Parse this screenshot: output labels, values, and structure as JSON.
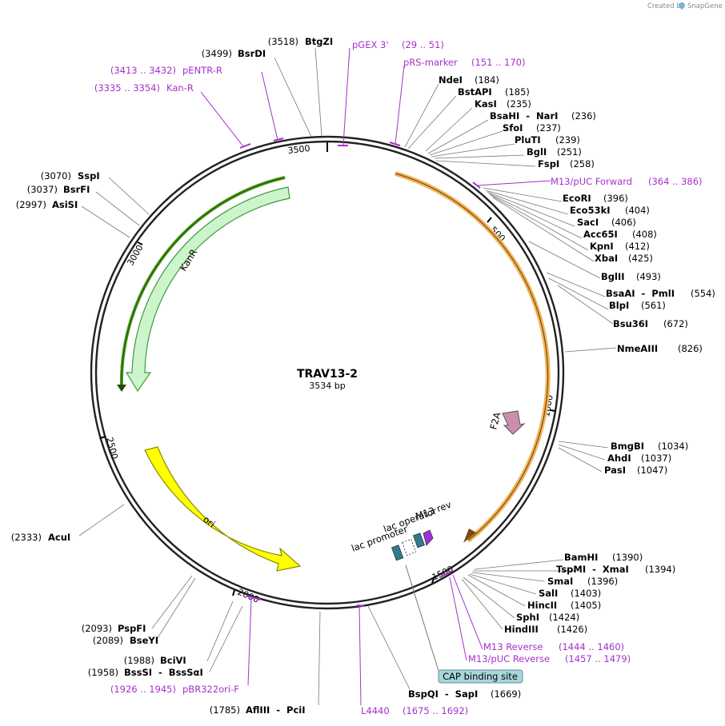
{
  "header": {
    "credit_prefix": "Created by",
    "credit_brand": "SnapGene"
  },
  "plasmid": {
    "name": "TRAV13-2",
    "length": "3534 bp"
  },
  "ticks": [
    "500",
    "1000",
    "1500",
    "2000",
    "2500",
    "3000",
    "3500"
  ],
  "sites": [
    {
      "id": "BtgZI",
      "name": "BtgZI",
      "pos": "(3518)"
    },
    {
      "id": "BsrDI",
      "name": "BsrDI",
      "pos": "(3499)"
    },
    {
      "id": "NdeI",
      "name": "NdeI",
      "pos": "(184)"
    },
    {
      "id": "BstAPI",
      "name": "BstAPI",
      "pos": "(185)"
    },
    {
      "id": "KasI",
      "name": "KasI",
      "pos": "(235)"
    },
    {
      "id": "BsaHI_NarI",
      "name": "BsaHI  -  NarI",
      "pos": "(236)"
    },
    {
      "id": "SfoI",
      "name": "SfoI",
      "pos": "(237)"
    },
    {
      "id": "PluTI",
      "name": "PluTI",
      "pos": "(239)"
    },
    {
      "id": "BglI",
      "name": "BglI",
      "pos": "(251)"
    },
    {
      "id": "FspI",
      "name": "FspI",
      "pos": "(258)"
    },
    {
      "id": "EcoRI",
      "name": "EcoRI",
      "pos": "(396)"
    },
    {
      "id": "Eco53kI",
      "name": "Eco53kI",
      "pos": "(404)"
    },
    {
      "id": "SacI",
      "name": "SacI",
      "pos": "(406)"
    },
    {
      "id": "Acc65I",
      "name": "Acc65I",
      "pos": "(408)"
    },
    {
      "id": "KpnI",
      "name": "KpnI",
      "pos": "(412)"
    },
    {
      "id": "XbaI",
      "name": "XbaI",
      "pos": "(425)"
    },
    {
      "id": "BglII",
      "name": "BglII",
      "pos": "(493)"
    },
    {
      "id": "BsaAI_PmlI",
      "name": "BsaAI  -  PmlI",
      "pos": "(554)"
    },
    {
      "id": "BlpI",
      "name": "BlpI",
      "pos": "(561)"
    },
    {
      "id": "Bsu36I",
      "name": "Bsu36I",
      "pos": "(672)"
    },
    {
      "id": "NmeAIII",
      "name": "NmeAIII",
      "pos": "(826)"
    },
    {
      "id": "BmgBI",
      "name": "BmgBI",
      "pos": "(1034)"
    },
    {
      "id": "AhdI",
      "name": "AhdI",
      "pos": "(1037)"
    },
    {
      "id": "PasI",
      "name": "PasI",
      "pos": "(1047)"
    },
    {
      "id": "BamHI",
      "name": "BamHI",
      "pos": "(1390)"
    },
    {
      "id": "TspMI_XmaI",
      "name": "TspMI  -  XmaI",
      "pos": "(1394)"
    },
    {
      "id": "SmaI",
      "name": "SmaI",
      "pos": "(1396)"
    },
    {
      "id": "SalI",
      "name": "SalI",
      "pos": "(1403)"
    },
    {
      "id": "HincII",
      "name": "HincII",
      "pos": "(1405)"
    },
    {
      "id": "SphI",
      "name": "SphI",
      "pos": "(1424)"
    },
    {
      "id": "HindIII",
      "name": "HindIII",
      "pos": "(1426)"
    },
    {
      "id": "BspQI_SapI",
      "name": "BspQI  -  SapI",
      "pos": "(1669)"
    },
    {
      "id": "AflIII_PciI",
      "name": "AflIII  -  PciI",
      "pos": "(1785)"
    },
    {
      "id": "BssSI_BssSaI",
      "name": "BssSI  -  BssSαI",
      "pos": "(1958)"
    },
    {
      "id": "BciVI",
      "name": "BciVI",
      "pos": "(1988)"
    },
    {
      "id": "BseYI",
      "name": "BseYI",
      "pos": "(2089)"
    },
    {
      "id": "PspFI",
      "name": "PspFI",
      "pos": "(2093)"
    },
    {
      "id": "AcuI",
      "name": "AcuI",
      "pos": "(2333)"
    },
    {
      "id": "AsiSI",
      "name": "AsiSI",
      "pos": "(2997)"
    },
    {
      "id": "BsrFI",
      "name": "BsrFI",
      "pos": "(3037)"
    },
    {
      "id": "SspI",
      "name": "SspI",
      "pos": "(3070)"
    }
  ],
  "primers": [
    {
      "id": "pGEX3",
      "name": "pGEX 3'",
      "range": "(29 .. 51)"
    },
    {
      "id": "pRS_marker",
      "name": "pRS-marker",
      "range": "(151 .. 170)"
    },
    {
      "id": "M13_pUC_Forward",
      "name": "M13/pUC Forward",
      "range": "(364 .. 386)"
    },
    {
      "id": "M13_Reverse",
      "name": "M13 Reverse",
      "range": "(1444 .. 1460)"
    },
    {
      "id": "M13_pUC_Reverse",
      "name": "M13/pUC Reverse",
      "range": "(1457 .. 1479)"
    },
    {
      "id": "L4440",
      "name": "L4440",
      "range": "(1675 .. 1692)"
    },
    {
      "id": "pBR322ori_F",
      "name": "pBR322ori-F",
      "range": "(1926 .. 1945)"
    },
    {
      "id": "pENTR_R",
      "name": "pENTR-R",
      "range": "(3413 .. 3432)"
    },
    {
      "id": "Kan_R",
      "name": "Kan-R",
      "range": "(3335 .. 3354)"
    }
  ],
  "features": {
    "KanR": "KanR",
    "ori": "ori",
    "F2A": "F2A",
    "lac_operator": "lac operator",
    "lac_promoter": "lac promoter",
    "M13_rev": "M13 rev",
    "CAP_binding_site": "CAP binding site"
  },
  "colors": {
    "kanr_fill": "#ccf5cc",
    "kanr_stroke": "#3f9a3f",
    "kanr_track": "#4a9a1a",
    "ori_fill": "#ffff00",
    "orange_track": "#f3b45a",
    "f2a_fill": "#cc8fab",
    "lac_fill": "#2f7b92",
    "m13rev_fill": "#9b30e0",
    "primer": "#a431c9",
    "cap_fill": "#a9d6dd"
  }
}
